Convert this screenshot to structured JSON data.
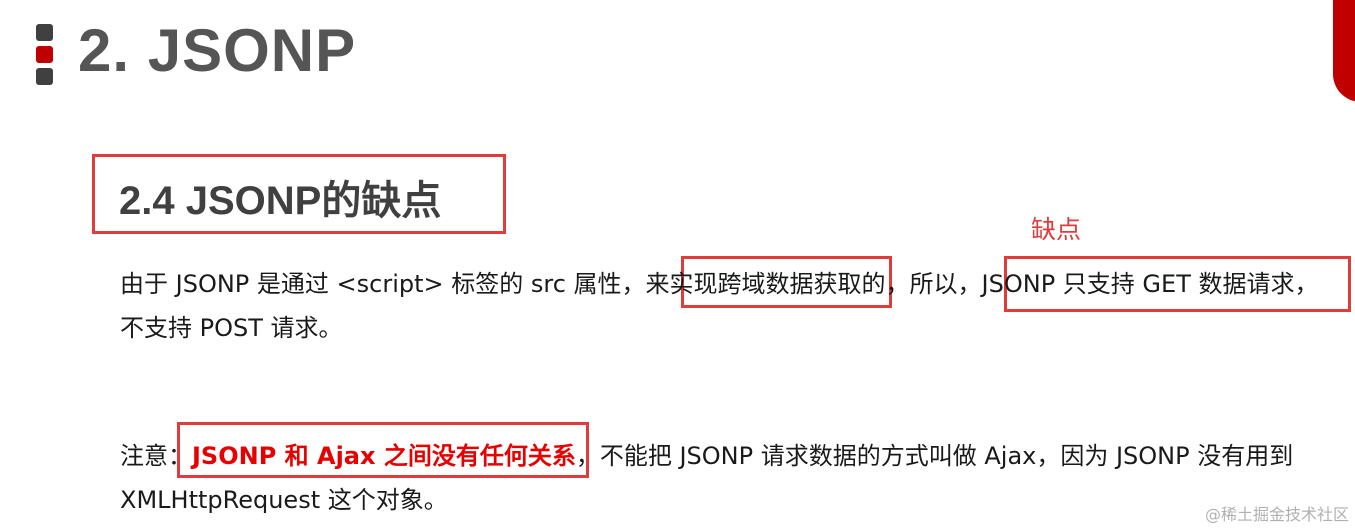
{
  "slide": {
    "title": "2. JSONP",
    "accent_color": "#c00000",
    "icon": "stacked-bars-icon"
  },
  "section": {
    "heading": "2.4 JSONP的缺点"
  },
  "annotation": {
    "label": "缺点"
  },
  "paragraph1": {
    "part1": "由于 JSONP 是通过 <script> 标签的 src 属性，来",
    "highlight_crossdomain": "实现跨域数据获取",
    "part2": "的，所以，",
    "highlight_getonly": "JSONP 只支持 GET 数据请求，",
    "line2": "不支持 POST 请求。"
  },
  "paragraph2": {
    "prefix": "注意：",
    "highlight": "JSONP 和 Ajax 之间没有任何关系",
    "rest": "，不能把 JSONP 请求数据的方式叫做 Ajax，因为 JSONP 没有用到",
    "line2": "XMLHttpRequest 这个对象。"
  },
  "watermark": "@稀土掘金技术社区",
  "colors": {
    "highlight_box": "#e03c3c",
    "emphasis_text": "#e60000",
    "title_text": "#555555"
  }
}
